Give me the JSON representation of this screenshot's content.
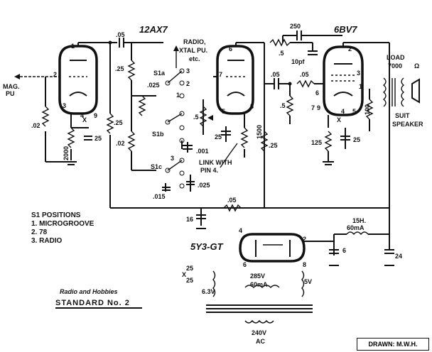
{
  "tubes": {
    "v1": "12AX7",
    "v2": "6BV7",
    "rectifier": "5Y3-GT"
  },
  "input": {
    "label": "MAG.\nPU",
    "line1": "MAG.",
    "line2": "PU"
  },
  "switch": {
    "radio_label_1": "RADIO,",
    "radio_label_2": "XTAL PU.",
    "radio_label_3": "etc.",
    "sections": [
      "S1a",
      "S1b",
      "S1c"
    ],
    "positions_title": "S1 POSITIONS",
    "positions": [
      "1. MICROGROOVE",
      "2. 78",
      "3. RADIO"
    ],
    "link_note_1": "LINK WITH",
    "link_note_2": "PIN 4."
  },
  "components": {
    "c_05_top": ".05",
    "r_25_a": ".25",
    "r_025": ".025",
    "r_25_b": ".25",
    "r_02_a": ".02",
    "r_02_b": ".02",
    "r_2000": "2000",
    "c_25_a": "25",
    "r_5_pot": ".5",
    "c_001": ".001",
    "c_015": ".015",
    "c_025": ".025",
    "c_25_b": "25",
    "r_1500": "1500",
    "r_25_c": ".25",
    "c_250": "250",
    "r_5_top": ".5",
    "c_10pf": "10pf",
    "c_05_mid": ".05",
    "r_05": ".05",
    "r_5_grid": ".5",
    "r_125": "125",
    "c_25_c": "25",
    "r_100": "100",
    "r_05_bottom": ".05",
    "c_16": "16",
    "choke_l": "15H.",
    "choke_i": "60mA",
    "c_6": "6",
    "c_24": "24",
    "hum_25a": "25",
    "hum_25b": "25",
    "x_mark": "X",
    "heater_v": "6.3V",
    "ht_v": "285V",
    "ht_i": "60mA",
    "fil_v": "5V",
    "mains_v": "240V",
    "mains_ac": "AC"
  },
  "output": {
    "load": "LOAD",
    "load_ohm": "7000",
    "speaker_1": "SUIT",
    "speaker_2": "SPEAKER"
  },
  "pins": [
    "1",
    "2",
    "3",
    "4",
    "9",
    "6",
    "7",
    "8",
    "5",
    "2",
    "3",
    "1",
    "6",
    "7",
    "9",
    "4",
    "5",
    "4",
    "2",
    "6",
    "8"
  ],
  "footer": {
    "publisher": "Radio and Hobbies",
    "title": "STANDARD No. 2",
    "drawn": "DRAWN: M.W.H."
  }
}
